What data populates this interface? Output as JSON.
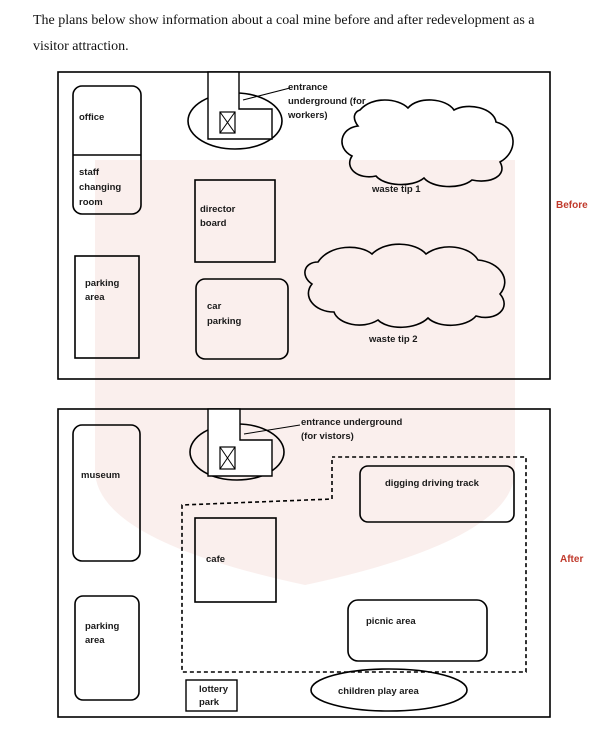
{
  "intro": {
    "line1": "The plans below show information about a coal mine before and after redevelopment as a",
    "line2": "visitor attraction."
  },
  "before": {
    "tag": "Before",
    "office": "office",
    "staff": [
      "staff",
      "changing",
      "room"
    ],
    "parking": [
      "parking",
      "area"
    ],
    "director": [
      "director",
      "board"
    ],
    "car": [
      "car",
      "parking"
    ],
    "entrance": [
      "entrance",
      "underground (for",
      "workers)"
    ],
    "tip1": "waste tip 1",
    "tip2": "waste tip 2"
  },
  "after": {
    "tag": "After",
    "museum": "museum",
    "parking": [
      "parking",
      "area"
    ],
    "cafe": "cafe",
    "entrance": [
      "entrance underground",
      "(for vistors)"
    ],
    "digging": "digging driving track",
    "picnic": "picnic area",
    "lottery": [
      "lottery",
      "park"
    ],
    "children": "children play area"
  },
  "colors": {
    "accent": "#c0392b",
    "watermark": "#f3d9d6"
  }
}
